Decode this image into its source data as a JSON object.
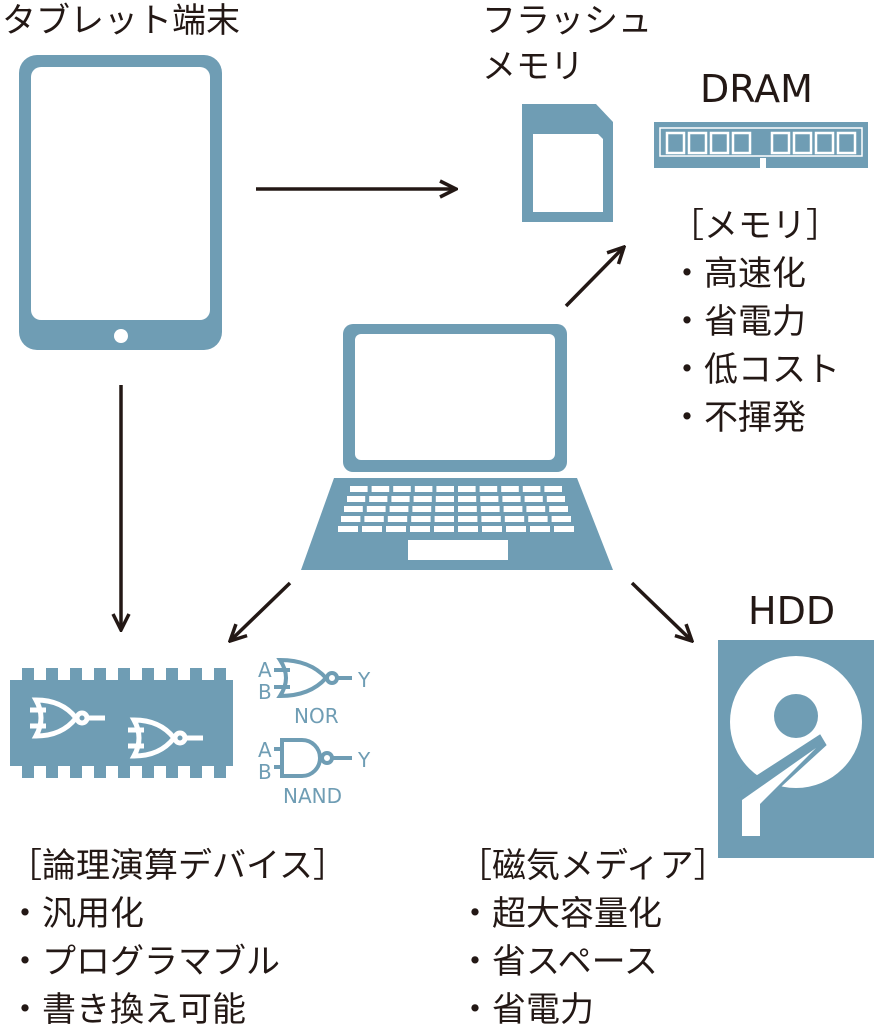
{
  "colors": {
    "device": "#6f9db4",
    "text": "#231815",
    "arrow": "#231815",
    "background": "#ffffff"
  },
  "tablet": {
    "label": "タブレット端末",
    "icon": "tablet-icon"
  },
  "flash": {
    "label_line1": "フラッシュ",
    "label_line2": "メモリ",
    "icon": "sd-card-icon"
  },
  "dram": {
    "label": "DRAM",
    "icon": "ram-module-icon"
  },
  "laptop": {
    "icon": "laptop-icon"
  },
  "hdd": {
    "label": "HDD",
    "icon": "hard-disk-icon"
  },
  "logic_chip": {
    "icon": "logic-chip-icon"
  },
  "gates": {
    "nor": {
      "input_a": "A",
      "input_b": "B",
      "output": "Y",
      "name": "NOR"
    },
    "nand": {
      "input_a": "A",
      "input_b": "B",
      "output": "Y",
      "name": "NAND"
    }
  },
  "memory_list": {
    "heading": "［メモリ］",
    "items": [
      "・高速化",
      "・省電力",
      "・低コスト",
      "・不揮発"
    ]
  },
  "logic_list": {
    "heading": "［論理演算デバイス］",
    "items": [
      "・汎用化",
      "・プログラマブル",
      "・書き換え可能"
    ]
  },
  "magnetic_list": {
    "heading": "［磁気メディア］",
    "items": [
      "・超大容量化",
      "・省スペース",
      "・省電力"
    ]
  }
}
